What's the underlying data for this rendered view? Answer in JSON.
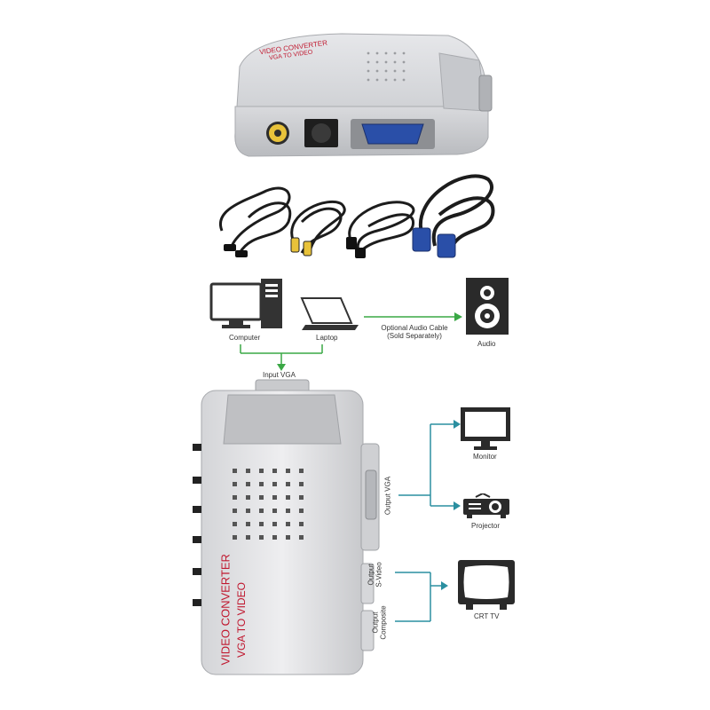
{
  "product": {
    "brand_line1": "VIDEO CONVERTER",
    "brand_line2": "VGA TO VIDEO"
  },
  "diagram": {
    "computer": "Computer",
    "laptop": "Laptop",
    "audio_cable_line1": "Optional Audio Cable",
    "audio_cable_line2": "(Sold Separately)",
    "audio": "Audio",
    "input_vga": "Input VGA",
    "output_vga": "Output VGA",
    "output_svideo_line1": "Output",
    "output_svideo_line2": "S-Video",
    "output_composite_line1": "Output",
    "output_composite_line2": "Composite",
    "monitor": "Monitor",
    "projector": "Projector",
    "crt_tv": "CRT TV"
  },
  "colors": {
    "arrow_green": "#3aa845",
    "arrow_teal": "#2a8fa0",
    "device_silver": "#cfd0d3",
    "brand_red": "#c0182f"
  }
}
